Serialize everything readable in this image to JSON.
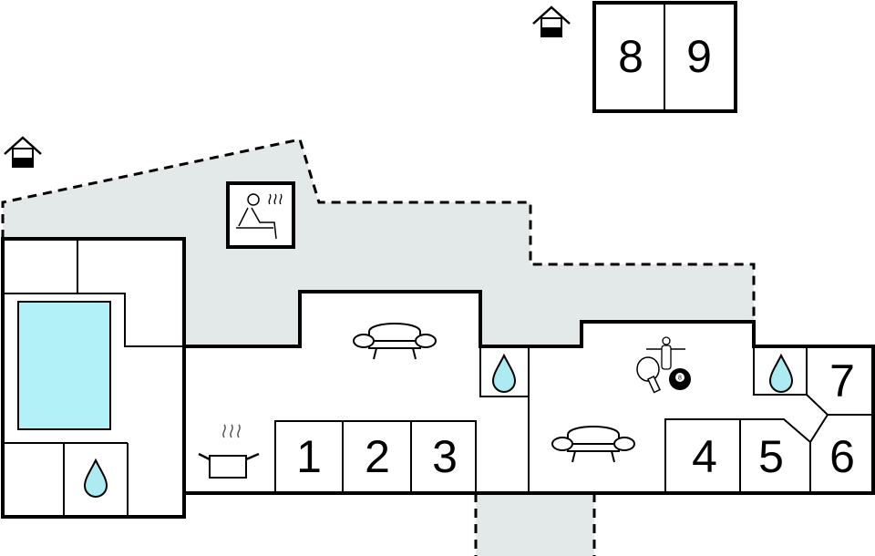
{
  "rooms": {
    "r1": "1",
    "r2": "2",
    "r3": "3",
    "r4": "4",
    "r5": "5",
    "r6": "6",
    "r7": "7",
    "r8": "8",
    "r9": "9"
  },
  "colors": {
    "terrace": "#e3e8e8",
    "pool": "#b3f1f8",
    "water_drop": "#aeeaf2",
    "wall": "#000000"
  },
  "icons": [
    "house-icon",
    "sauna-icon",
    "pool",
    "water-drop-icon",
    "sofa-icon",
    "cooking-pot-icon",
    "table-football-icon",
    "table-tennis-icon",
    "billiard-ball-icon"
  ],
  "billiard_ball_label": "8"
}
